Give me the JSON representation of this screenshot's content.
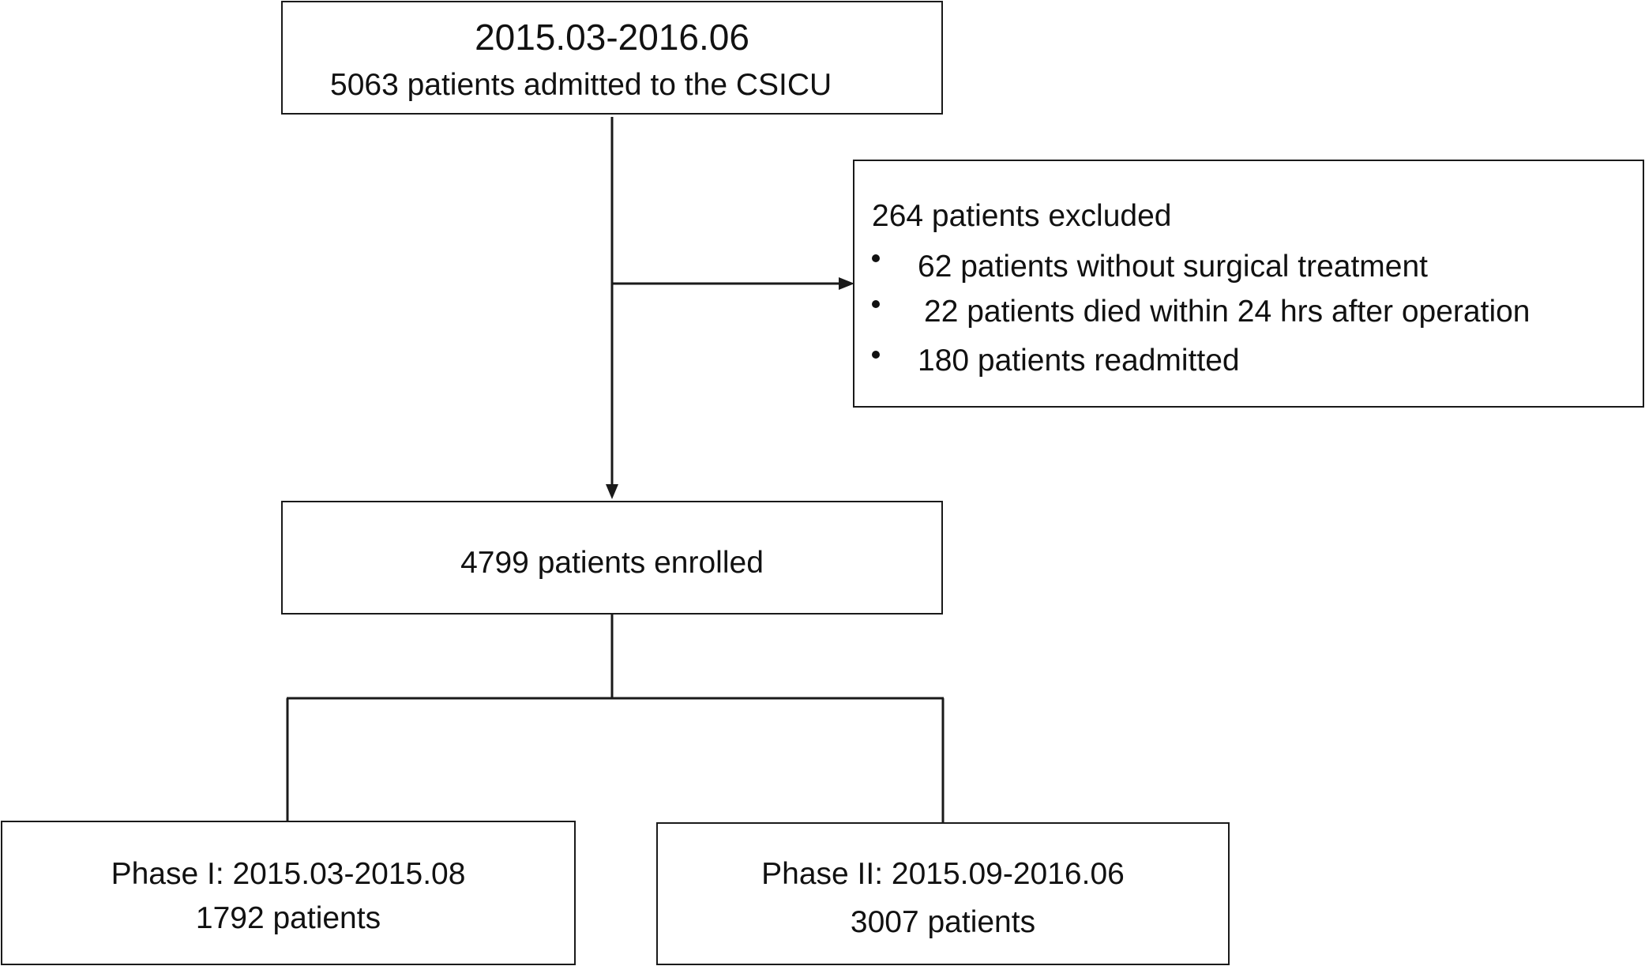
{
  "top_box": {
    "date_range": "2015.03-2016.06",
    "admitted": "5063 patients admitted to the CSICU"
  },
  "exclusion_box": {
    "heading": "264 patients excluded",
    "items": [
      "62 patients without surgical treatment",
      "22 patients died within 24 hrs after operation",
      "180 patients readmitted"
    ]
  },
  "enrolled_box": {
    "text": "4799 patients enrolled"
  },
  "phase1_box": {
    "title": "Phase I: 2015.03-2015.08",
    "count": "1792 patients"
  },
  "phase2_box": {
    "title": "Phase II: 2015.09-2016.06",
    "count": "3007 patients"
  }
}
